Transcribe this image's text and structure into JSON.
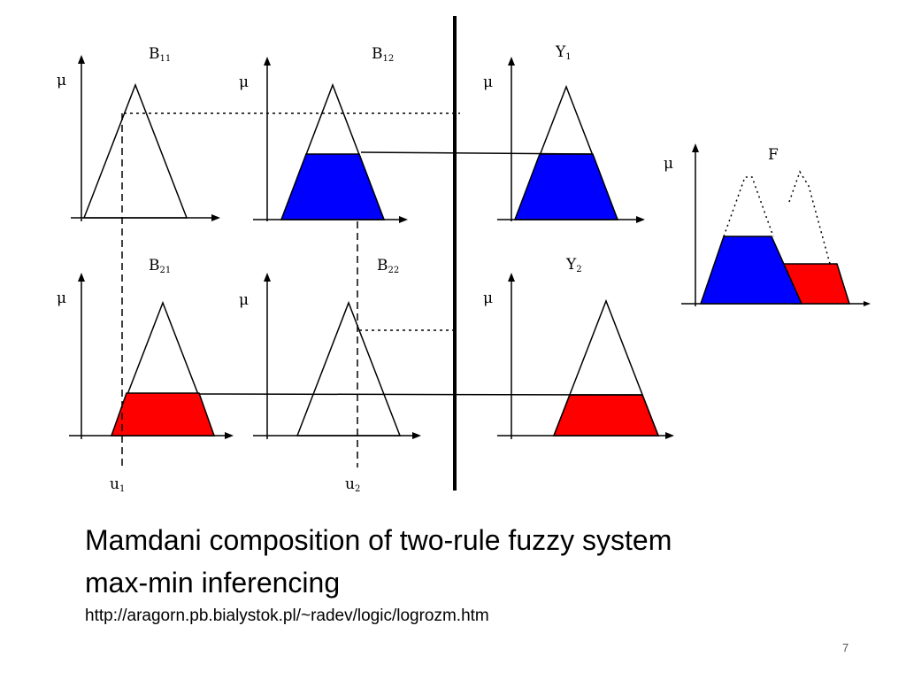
{
  "diagram": {
    "labels": {
      "b11": {
        "base": "B",
        "sub": "11"
      },
      "b12": {
        "base": "B",
        "sub": "12"
      },
      "y1": {
        "base": "Y",
        "sub": "1"
      },
      "b21": {
        "base": "B",
        "sub": "21"
      },
      "b22": {
        "base": "B",
        "sub": "22"
      },
      "y2": {
        "base": "Y",
        "sub": "2"
      },
      "f": "F",
      "mu": "μ",
      "u1": {
        "base": "u",
        "sub": "1"
      },
      "u2": {
        "base": "u",
        "sub": "2"
      }
    },
    "colors": {
      "rule1_fill": "#0000ff",
      "rule2_fill": "#ff0000",
      "line": "#000000"
    }
  },
  "caption": {
    "line1": "Mamdani composition of two-rule fuzzy system",
    "line2": "max-min inferencing",
    "url": "http://aragorn.pb.bialystok.pl/~radev/logic/logrozm.htm"
  },
  "page_number": "7"
}
